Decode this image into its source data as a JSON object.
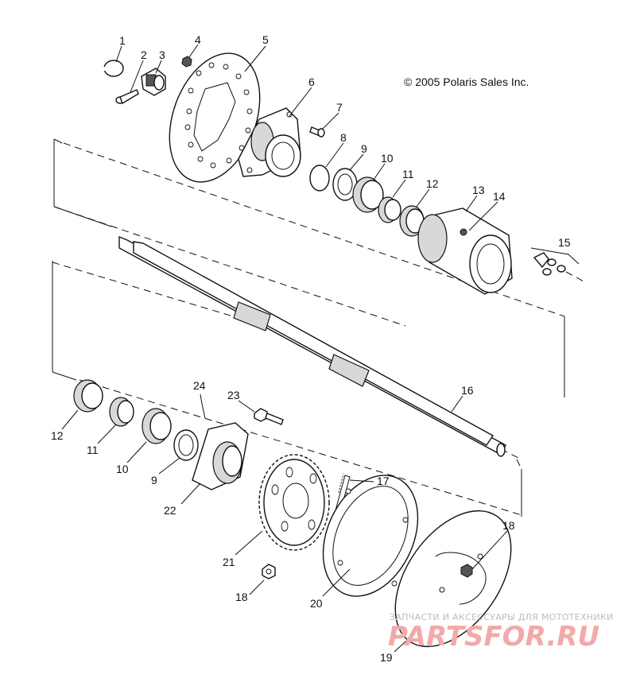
{
  "copyright": "© 2005 Polaris Sales Inc.",
  "watermark": {
    "subtitle": "ЗАПЧАСТИ И АКСЕССУАРЫ ДЛЯ МОТОТЕХНИКИ",
    "logo": "PARTSFOR.RU"
  },
  "callouts": [
    "1",
    "2",
    "3",
    "4",
    "5",
    "6",
    "7",
    "8",
    "9",
    "10",
    "11",
    "12",
    "13",
    "14",
    "15",
    "16",
    "12",
    "11",
    "10",
    "9",
    "22",
    "24",
    "23",
    "21",
    "17",
    "18",
    "20",
    "18",
    "19"
  ],
  "colors": {
    "line": "#111111",
    "watermark": "#f3a9a9",
    "watermark_sub": "#bdbdbd"
  }
}
